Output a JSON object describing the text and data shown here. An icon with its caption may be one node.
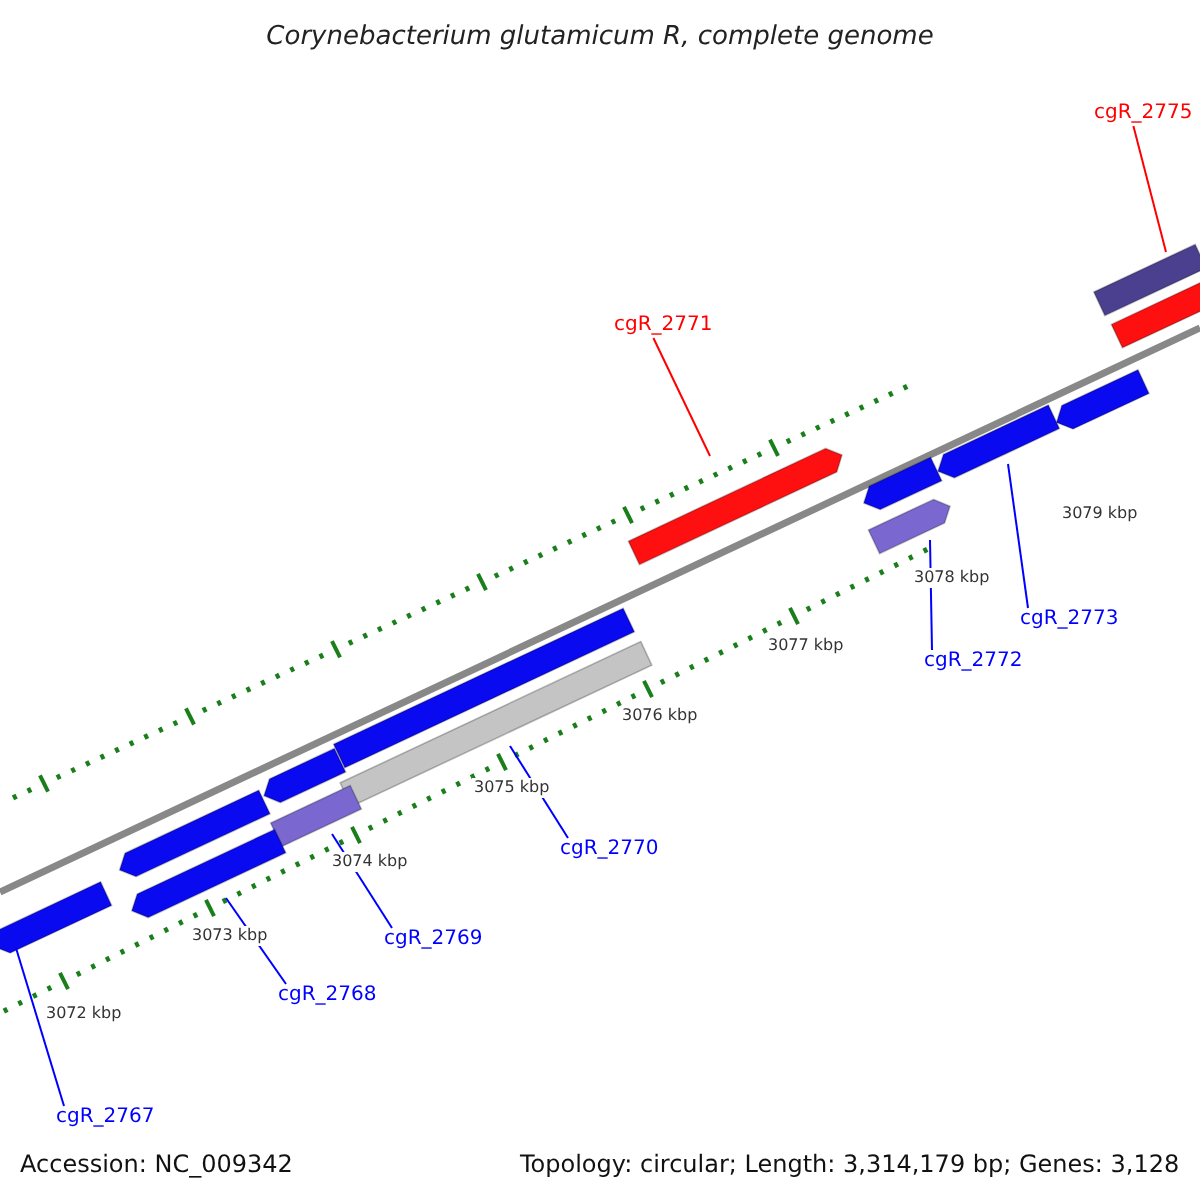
{
  "diagram": {
    "title": "Corynebacterium glutamicum R, complete genome",
    "nodes": [
      {
        "text": [
          "cgR_2775"
        ]
      },
      {
        "text": [],
        "shape": "bar"
      },
      {
        "text": [
          "cgR_2771"
        ]
      },
      {
        "text": [],
        "shape": "bar"
      },
      {
        "text": [
          "cgR_2767"
        ]
      },
      {
        "text": [],
        "shape": "bar"
      },
      {
        "text": [
          "cgR_2768"
        ]
      },
      {
        "text": [],
        "shape": "bar"
      },
      {
        "text": [
          "cgR_2769"
        ]
      },
      {
        "text": [],
        "shape": "bar"
      },
      {
        "text": [
          "cgR_2770"
        ]
      },
      {
        "text": [],
        "shape": "bar"
      },
      {
        "text": [
          "cgR_2772"
        ]
      },
      {
        "text": [],
        "shape": "bar"
      },
      {
        "text": [
          "cgR_2773"
        ]
      },
      {
        "text": [],
        "shape": "bar"
      },
      {
        "text": [],
        "shape": "bar"
      },
      {
        "text": [],
        "shape": "bar"
      },
      {
        "text": [],
        "shape": "bar"
      },
      {
        "text": [],
        "shape": "bar"
      },
      {
        "text": [],
        "shape": "bar"
      },
      {
        "text": [],
        "shape": "bar"
      }
    ],
    "edges": [
      {
        "from": 0,
        "to": 1,
        "arrow": "none",
        "color": "#ff0000"
      },
      {
        "from": 2,
        "to": 3,
        "arrow": "none",
        "color": "#ff0000"
      },
      {
        "from": 4,
        "to": 5,
        "arrow": "none"
      },
      {
        "from": 6,
        "to": 7,
        "arrow": "none"
      },
      {
        "from": 8,
        "to": 9,
        "arrow": "none"
      },
      {
        "from": 10,
        "to": 11,
        "arrow": "none"
      },
      {
        "from": 12,
        "to": 13,
        "arrow": "none"
      },
      {
        "from": 14,
        "to": 15,
        "arrow": "none"
      }
    ],
    "labels": [
      "3079 kbp",
      "3078 kbp",
      "3077 kbp",
      "3076 kbp",
      "3075 kbp",
      "3074 kbp",
      "3073 kbp",
      "3072 kbp",
      "Accession: NC_009342",
      "Topology: circular; Length: 3,314,179 bp; Genes: 3,128"
    ]
  }
}
